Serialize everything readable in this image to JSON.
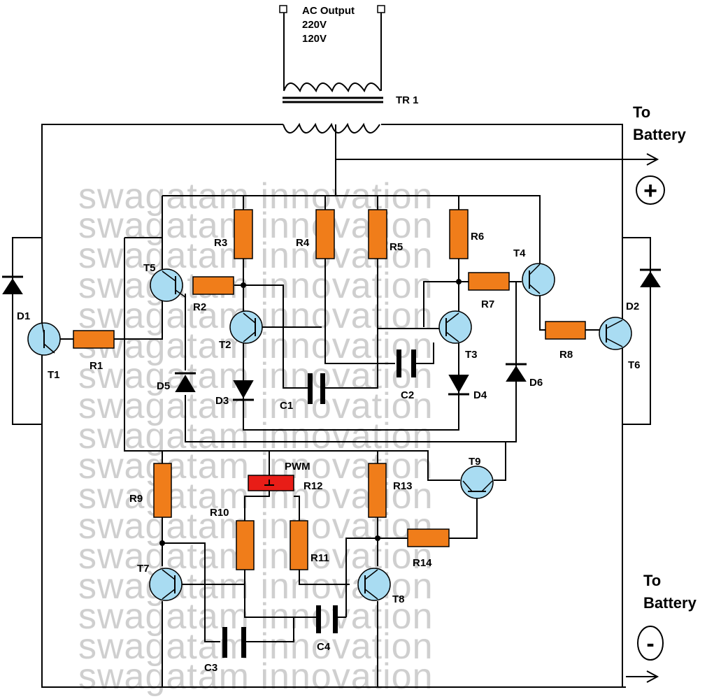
{
  "watermark": "swagatam innovation",
  "transformer": {
    "label": "TR 1",
    "output_title": "AC Output",
    "output_v1": "220V",
    "output_v2": "120V"
  },
  "battery": {
    "positive_line1": "To",
    "positive_line2": "Battery",
    "positive_symbol": "+",
    "negative_line1": "To",
    "negative_line2": "Battery",
    "negative_symbol": "-"
  },
  "resistors": {
    "R1": "R1",
    "R2": "R2",
    "R3": "R3",
    "R4": "R4",
    "R5": "R5",
    "R6": "R6",
    "R7": "R7",
    "R8": "R8",
    "R9": "R9",
    "R10": "R10",
    "R11": "R11",
    "R12": "R12",
    "R13": "R13",
    "R14": "R14"
  },
  "pwm_label": "PWM",
  "transistors": {
    "T1": "T1",
    "T2": "T2",
    "T3": "T3",
    "T4": "T4",
    "T5": "T5",
    "T6": "T6",
    "T7": "T7",
    "T8": "T8",
    "T9": "T9"
  },
  "diodes": {
    "D1": "D1",
    "D2": "D2",
    "D3": "D3",
    "D4": "D4",
    "D5": "D5",
    "D6": "D6"
  },
  "capacitors": {
    "C1": "C1",
    "C2": "C2",
    "C3": "C3",
    "C4": "C4"
  }
}
